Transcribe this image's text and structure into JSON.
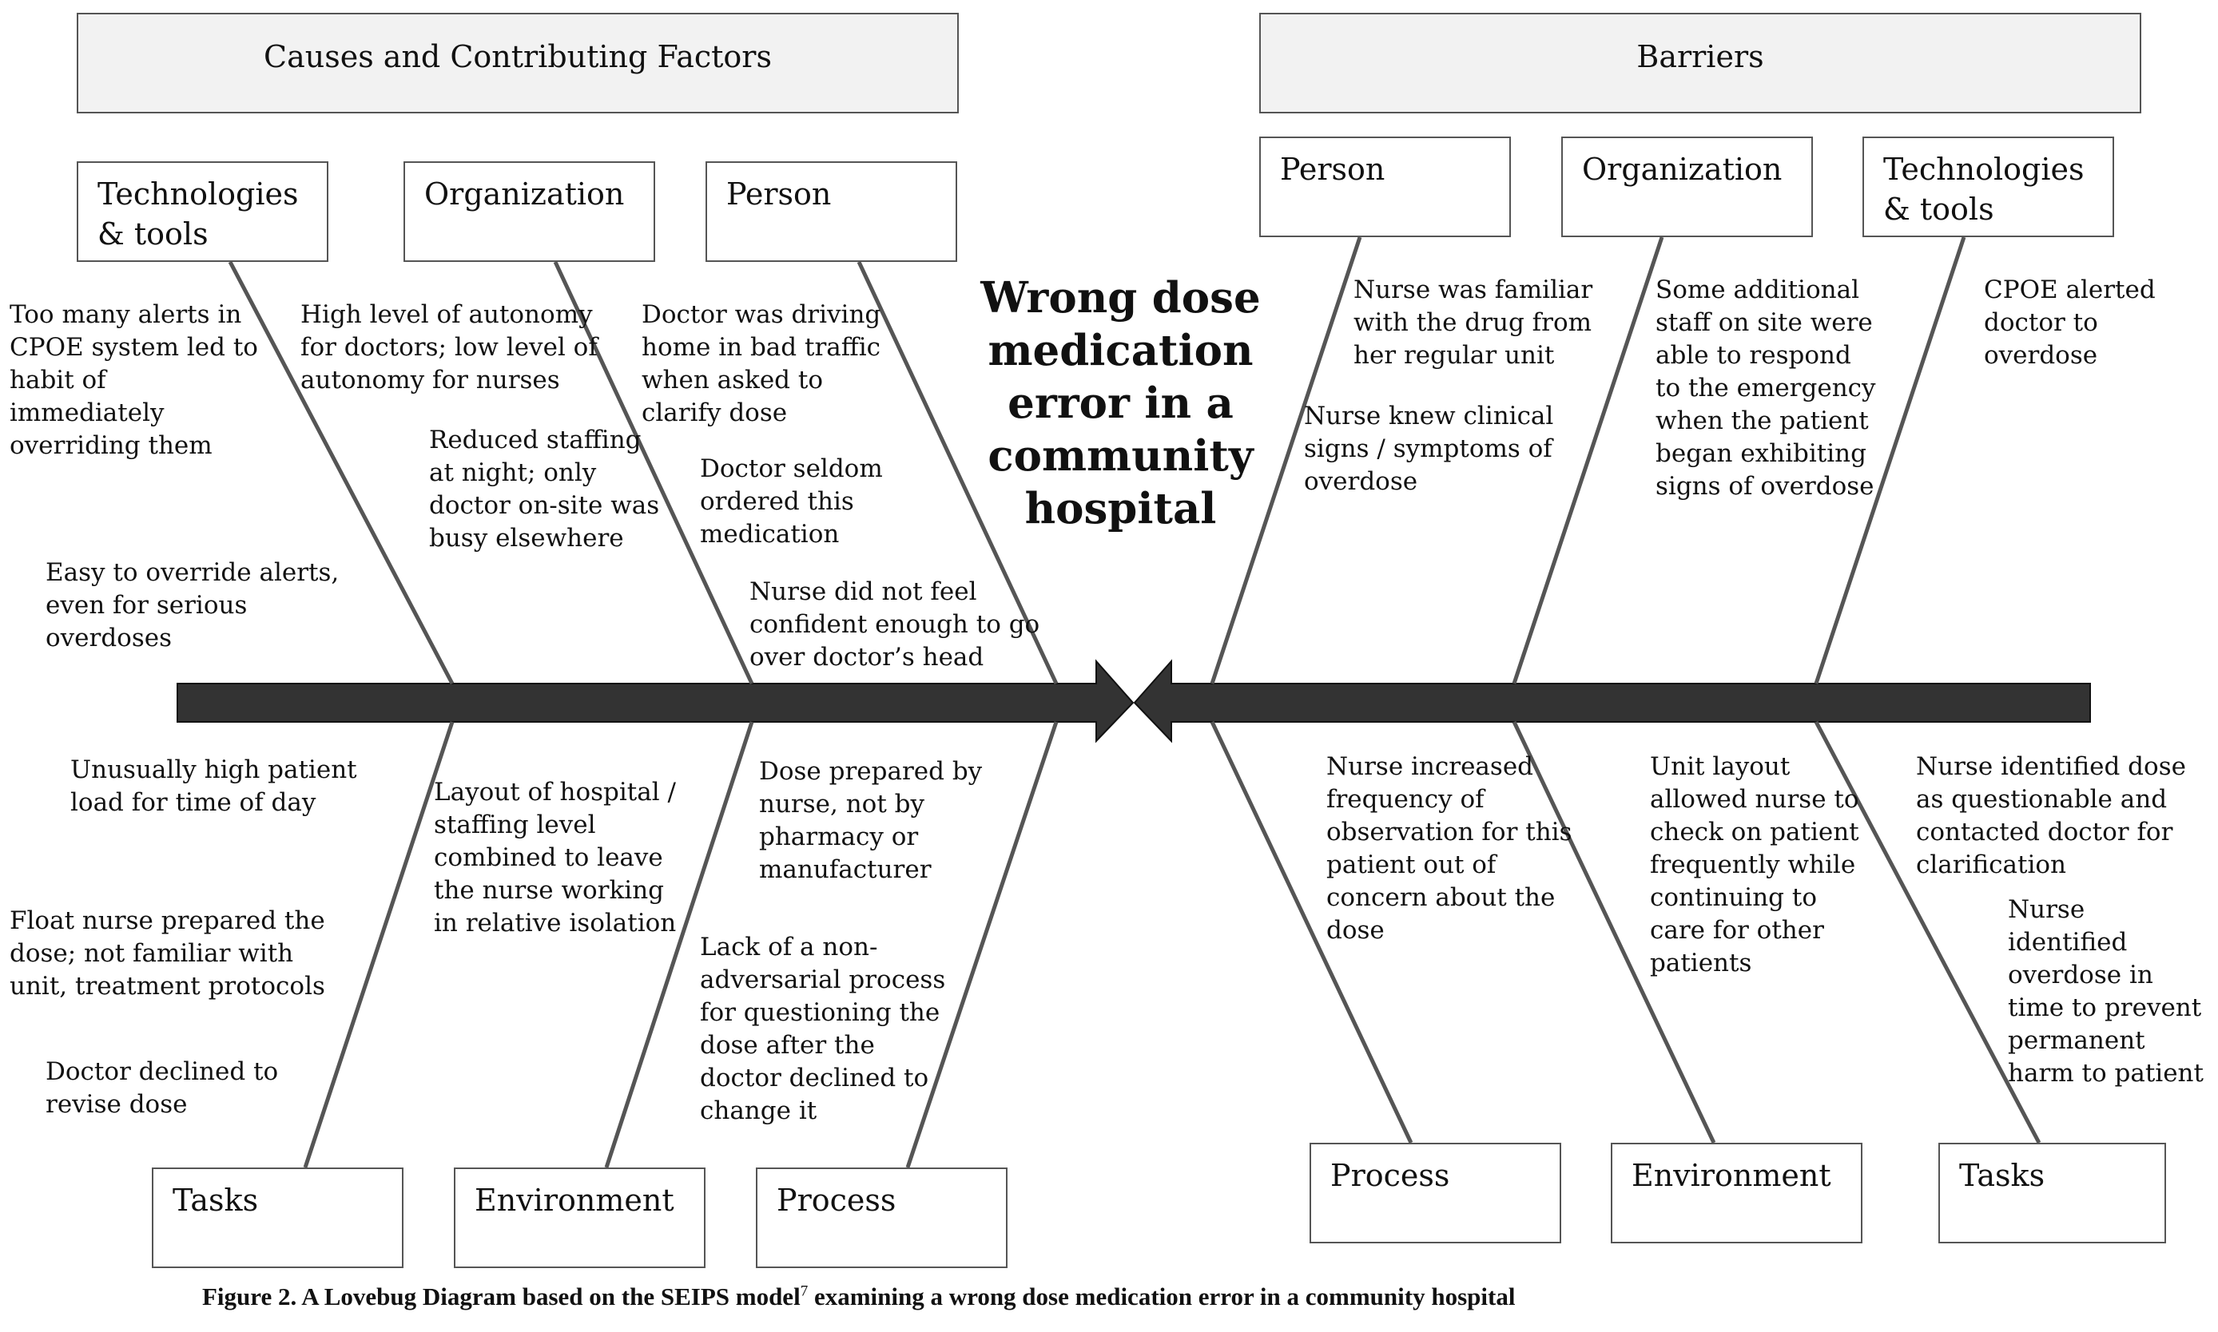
{
  "diagram": {
    "title": "Wrong dose\nmedication\nerror in a\ncommunity\nhospital",
    "left_header": "Causes and Contributing Factors",
    "right_header": "Barriers",
    "left_top_categories": [
      "Technologies\n& tools",
      "Organization",
      "Person"
    ],
    "left_bottom_categories": [
      "Tasks",
      "Environment",
      "Process"
    ],
    "right_top_categories": [
      "Person",
      "Organization",
      "Technologies\n& tools"
    ],
    "right_bottom_categories": [
      "Process",
      "Environment",
      "Tasks"
    ],
    "left_top_notes": [
      "Too many alerts in\nCPOE system led to\nhabit of\nimmediately\noverriding them",
      "Easy to override alerts,\neven for serious\noverdoses",
      "High level of autonomy\nfor doctors; low level of\nautonomy for nurses",
      "Reduced staffing\nat night; only\ndoctor on-site was\nbusy elsewhere",
      "Doctor was driving\nhome in bad traffic\nwhen asked to\nclarify dose",
      "Doctor seldom\nordered this\nmedication",
      "Nurse did not feel\nconfident enough to go\nover doctor’s head"
    ],
    "left_bottom_notes": [
      "Unusually high patient\nload for time of day",
      "Float nurse prepared the\ndose; not familiar with\nunit, treatment protocols",
      "Doctor declined to\nrevise dose",
      "Layout of hospital /\nstaffing level\ncombined to leave\nthe nurse working\nin relative isolation",
      "Dose prepared by\nnurse, not by\npharmacy or\nmanufacturer",
      "Lack of a non-\nadversarial process\nfor questioning the\ndose after the\ndoctor declined to\nchange it"
    ],
    "right_top_notes": [
      "Nurse was familiar\nwith the drug from\nher regular unit",
      "Nurse knew clinical\nsigns / symptoms of\noverdose",
      "Some additional\nstaff on site were\nable to respond\nto the emergency\nwhen the patient\nbegan exhibiting\nsigns of overdose",
      "CPOE alerted\ndoctor to\noverdose"
    ],
    "right_bottom_notes": [
      "Nurse increased\nfrequency of\nobservation for this\npatient out of\nconcern about the\ndose",
      "Unit layout\nallowed nurse to\ncheck on patient\nfrequently while\ncontinuing to\ncare for other\npatients",
      "Nurse identified dose\nas questionable and\ncontacted doctor for\nclarification",
      "Nurse\nidentified\noverdose in\ntime to prevent\npermanent\nharm to patient"
    ],
    "caption": "Figure 2. A Lovebug Diagram based on the SEIPS model",
    "caption_ref": "7",
    "caption_rest": " examining a wrong dose medication error in a community hospital"
  },
  "colors": {
    "spine": "#333333",
    "line": "#555555",
    "header_fill": "#f2f2f2",
    "text": "#111111"
  }
}
